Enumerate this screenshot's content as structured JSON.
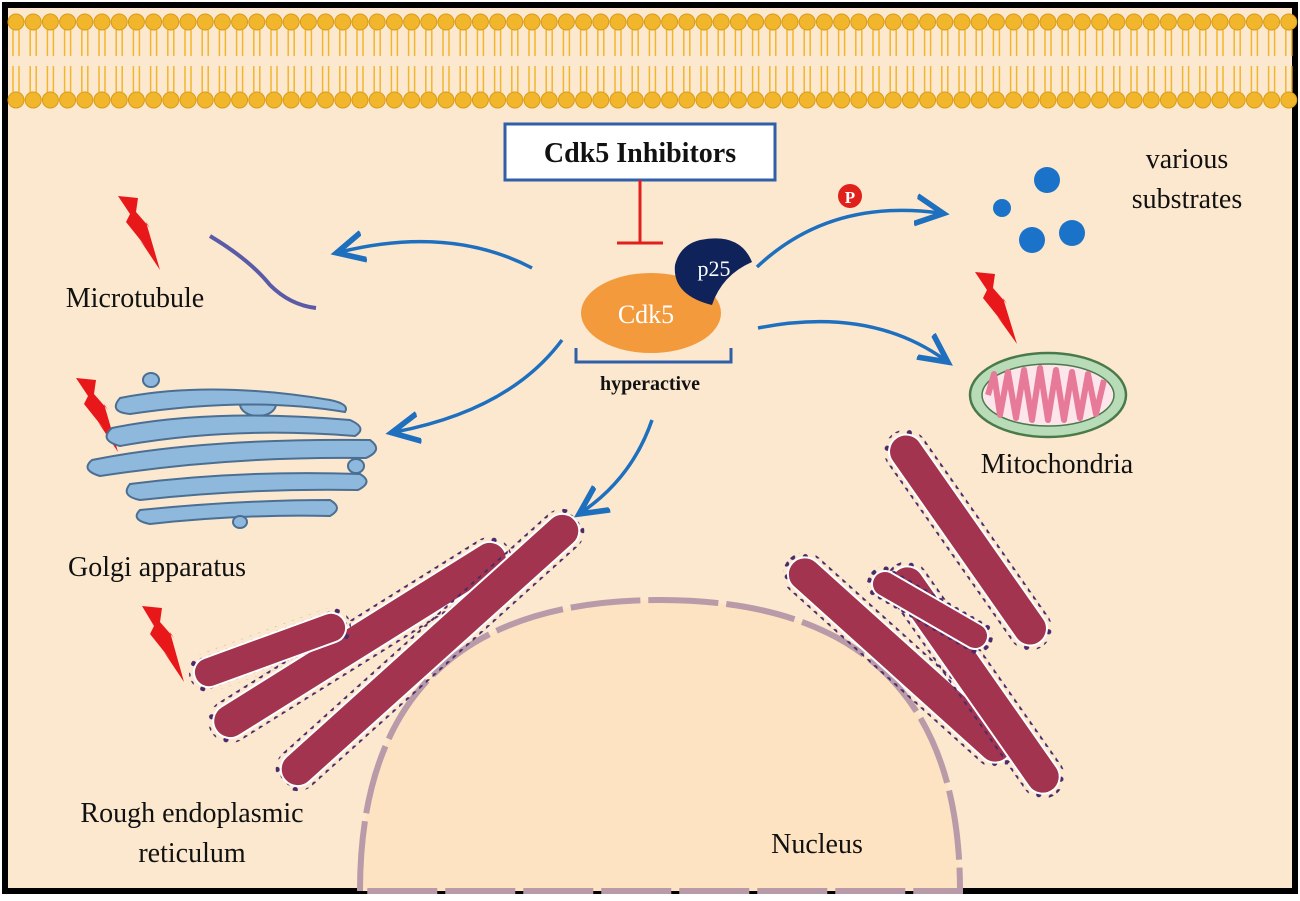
{
  "colors": {
    "cytoplasm": "#fbe8cf",
    "membrane_bead": "#f2b62c",
    "cdk5": "#f39a3c",
    "p25": "#10225a",
    "arrow": "#1f6fbf",
    "inhibit": "#e0201b",
    "golgi": "#8fb8dd",
    "rer": "#a3344f",
    "ribosome": "#4a2a6a",
    "mito_outer": "#b8dcb8",
    "mito_inner": "#f3a9bb",
    "nucleus": "#fde3c2",
    "substrate": "#1a73c8",
    "box_border": "#2f5fa8"
  },
  "inhibitor_box": {
    "label": "Cdk5 Inhibitors"
  },
  "enzyme": {
    "cdk5_label": "Cdk5",
    "p25_label": "p25",
    "state_label": "hyperactive"
  },
  "phospho_symbol": "P",
  "targets": {
    "substrates_line1": "various",
    "substrates_line2": "substrates",
    "microtubule": "Microtubule",
    "golgi": "Golgi apparatus",
    "mitochondria": "Mitochondria",
    "rer_line1": "Rough endoplasmic",
    "rer_line2": "reticulum",
    "nucleus": "Nucleus"
  },
  "icons": {
    "damage": "lightning-bolt-icon",
    "phosphate": "phosphate-icon"
  }
}
